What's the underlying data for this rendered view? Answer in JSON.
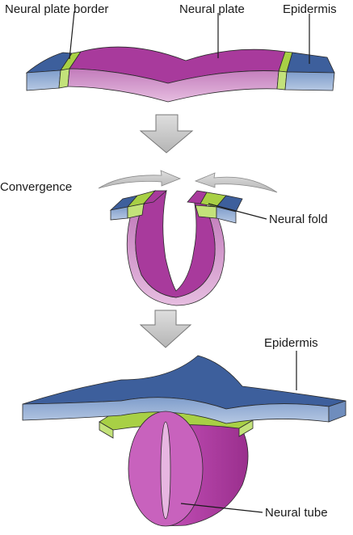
{
  "labels": {
    "neural_plate_border": "Neural plate border",
    "neural_plate": "Neural plate",
    "epidermis_top": "Epidermis",
    "convergence": "Convergence",
    "neural_fold": "Neural fold",
    "epidermis_bottom": "Epidermis",
    "neural_tube": "Neural tube"
  },
  "colors": {
    "epidermis": "#3d5f9c",
    "epidermis_side": "#8fa9d1",
    "neural_plate": "#a83a9c",
    "neural_plate_side": "#d79ad0",
    "border": "#a8d045",
    "arrow": "#c8c8c8",
    "outline": "#2a2a2a"
  }
}
